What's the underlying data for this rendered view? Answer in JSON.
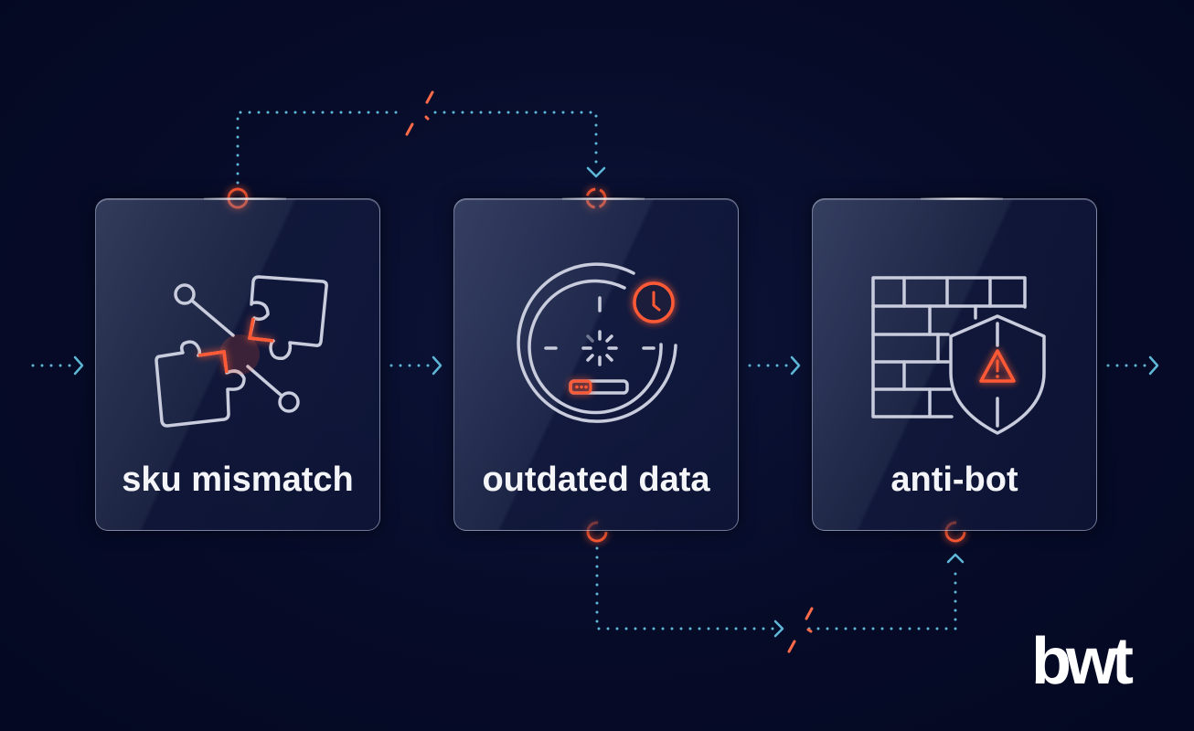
{
  "diagram": {
    "steps": [
      {
        "label": "sku mismatch",
        "icon": "puzzle-mismatch-icon"
      },
      {
        "label": "outdated data",
        "icon": "stale-gauge-clock-icon"
      },
      {
        "label": "anti-bot",
        "icon": "firewall-shield-warning-icon"
      }
    ],
    "connectors": {
      "top": {
        "from": "sku mismatch",
        "to": "outdated data",
        "broken": true
      },
      "bottom": {
        "from": "outdated data",
        "to": "anti-bot",
        "broken": true
      }
    }
  },
  "colors": {
    "background": "#050a26",
    "accent_orange": "#ff5a36",
    "connector_blue": "#5fb8d8",
    "icon_stroke": "#c8ccdc",
    "label_text": "#f4f5f8"
  },
  "brand": {
    "logo_text": "bwt"
  }
}
